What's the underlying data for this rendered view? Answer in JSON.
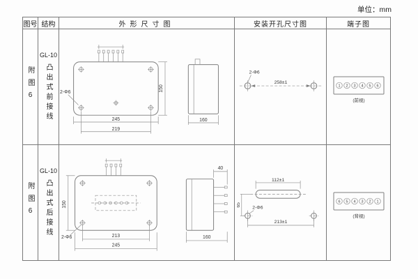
{
  "unit_label": "单位：mm",
  "headers": [
    "图号",
    "结构",
    "外形尺寸图",
    "安装开孔尺寸图",
    "端子图"
  ],
  "rows": [
    {
      "figure_no": "附图6",
      "structure": {
        "model": "GL-10",
        "type": "凸出式前接线"
      },
      "outline": {
        "hole_label": "2-Φ6",
        "height": "150",
        "width_outer": "245",
        "width_holes": "219",
        "depth": "160"
      },
      "install": {
        "hole_label": "2-Φ6",
        "span": "258±1"
      },
      "terminal": {
        "numbers": [
          "1",
          "2",
          "3",
          "4",
          "5",
          "6"
        ],
        "caption": "(前视)"
      }
    },
    {
      "figure_no": "附图6",
      "structure": {
        "model": "GL-10",
        "type": "凸出式后接线"
      },
      "outline": {
        "hole_label": "2-Φ6",
        "height": "150",
        "width_holes": "213",
        "width_outer": "245",
        "depth": "160",
        "stud_len": "40"
      },
      "install": {
        "hole_label": "2-Φ6",
        "slot": "112±1",
        "span": "213±1",
        "offset": "65"
      },
      "terminal": {
        "numbers": [
          "6",
          "5",
          "4",
          "3",
          "2",
          "1"
        ],
        "caption": "(背视)"
      }
    }
  ]
}
